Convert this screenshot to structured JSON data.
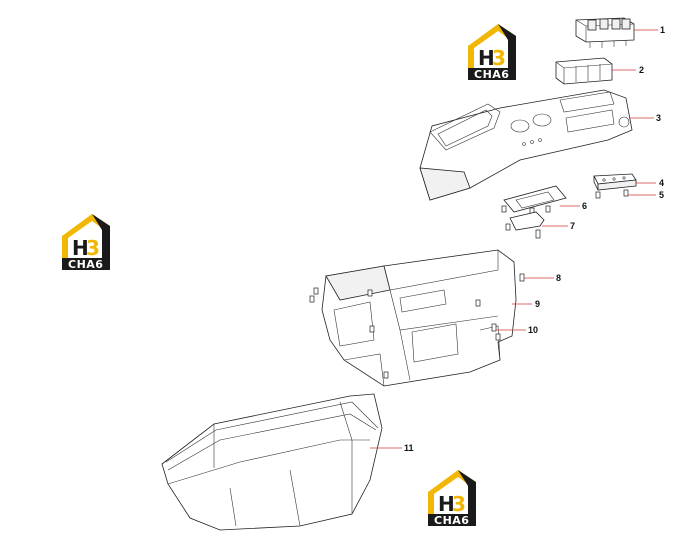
{
  "logos": [
    {
      "id": "logo-top",
      "mark_h": "H",
      "mark_3": "3",
      "brand": "CHA6"
    },
    {
      "id": "logo-left",
      "mark_h": "H",
      "mark_3": "3",
      "brand": "CHA6"
    },
    {
      "id": "logo-bottom",
      "mark_h": "H",
      "mark_3": "3",
      "brand": "CHA6"
    }
  ],
  "callouts": [
    "1",
    "2",
    "3",
    "4",
    "5",
    "6",
    "7",
    "8",
    "9",
    "10",
    "11"
  ],
  "colors": {
    "accent": "#f2b705",
    "leader": "#d23a3a",
    "logo_dark": "#1a1a1a"
  }
}
